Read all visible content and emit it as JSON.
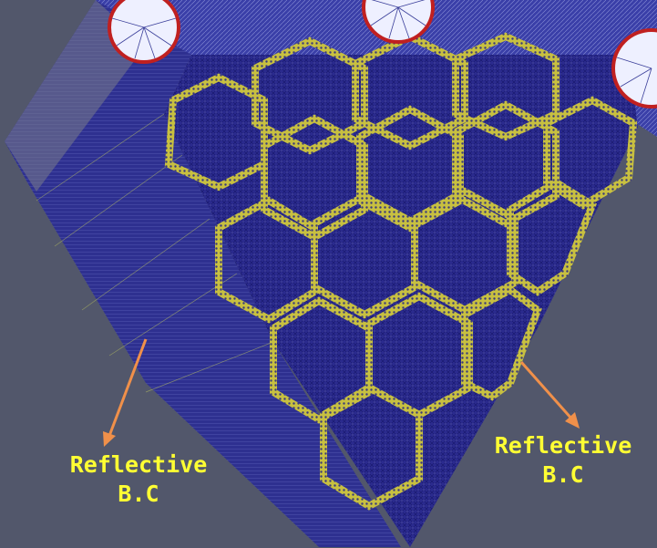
{
  "labels": {
    "left": {
      "line1": "Reflective",
      "line2": "B.C"
    },
    "right": {
      "line1": "Reflective",
      "line2": "B.C"
    }
  },
  "colors": {
    "background": "#52576b",
    "mesh_face": "#2a2a8c",
    "mesh_line": "#0a0a55",
    "hex_border": "#e6e04a",
    "arrow": "#f0904a",
    "label_text": "#ffff33"
  }
}
